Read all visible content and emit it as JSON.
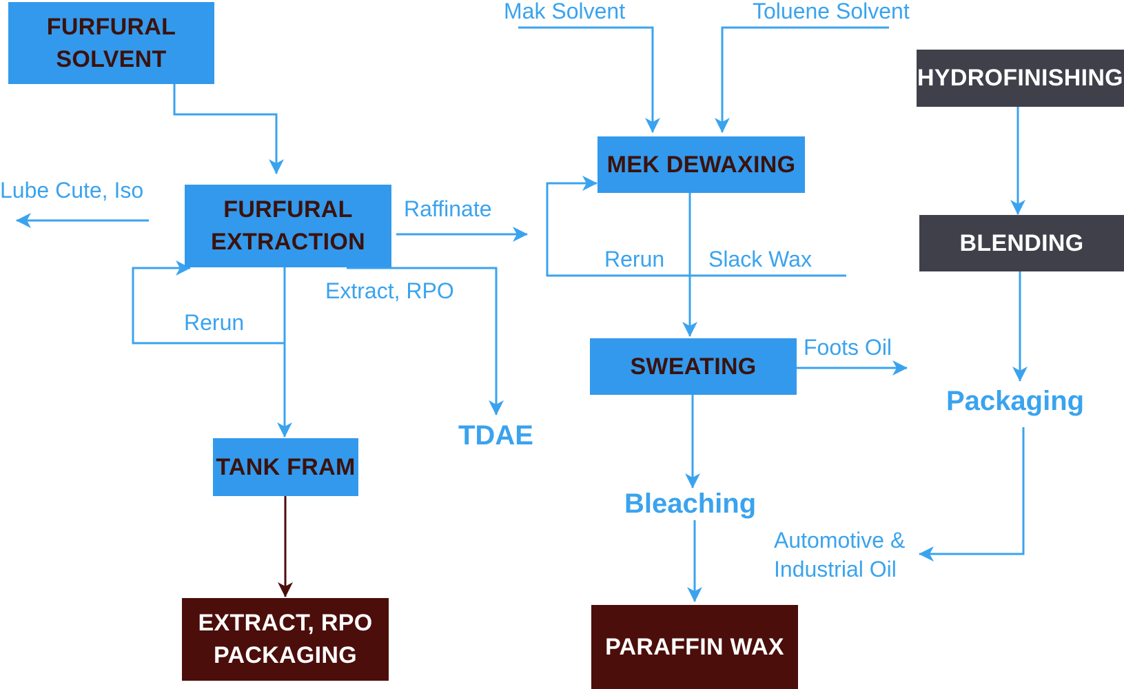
{
  "colors": {
    "process_blue": "#3399ec",
    "process_text": "#3a120d",
    "finishing_gray": "#40404b",
    "product_brown": "#4b0e0b",
    "flow_blue": "#3aa3ee",
    "flow_brown": "#4b0e0b"
  },
  "nodes": {
    "furfural_solvent": [
      "FURFURAL",
      "SOLVENT"
    ],
    "furfural_extraction": [
      "FURFURAL",
      "EXTRACTION"
    ],
    "tank_fram": [
      "TANK FRAM"
    ],
    "extract_rpo_packaging": [
      "EXTRACT, RPO",
      "PACKAGING"
    ],
    "mek_dewaxing": [
      "MEK DEWAXING"
    ],
    "sweating": [
      "SWEATING"
    ],
    "paraffin_wax": [
      "PARAFFIN WAX"
    ],
    "hydrofinishing": [
      "HYDROFINISHING"
    ],
    "blending": [
      "BLENDING"
    ]
  },
  "labels": {
    "lube_cute": "Lube Cute, Iso",
    "raffinate": "Raffinate",
    "extract_rpo": "Extract, RPO",
    "rerun_left": "Rerun",
    "tdae": "TDAE",
    "mak_solvent": "Mak Solvent",
    "toluene_solvent": "Toluene Solvent",
    "rerun_right": "Rerun",
    "slack_wax": "Slack Wax",
    "foots_oil": "Foots Oil",
    "bleaching": "Bleaching",
    "packaging": "Packaging",
    "automotive_oil": [
      "Automotive &",
      "Industrial Oil"
    ]
  }
}
